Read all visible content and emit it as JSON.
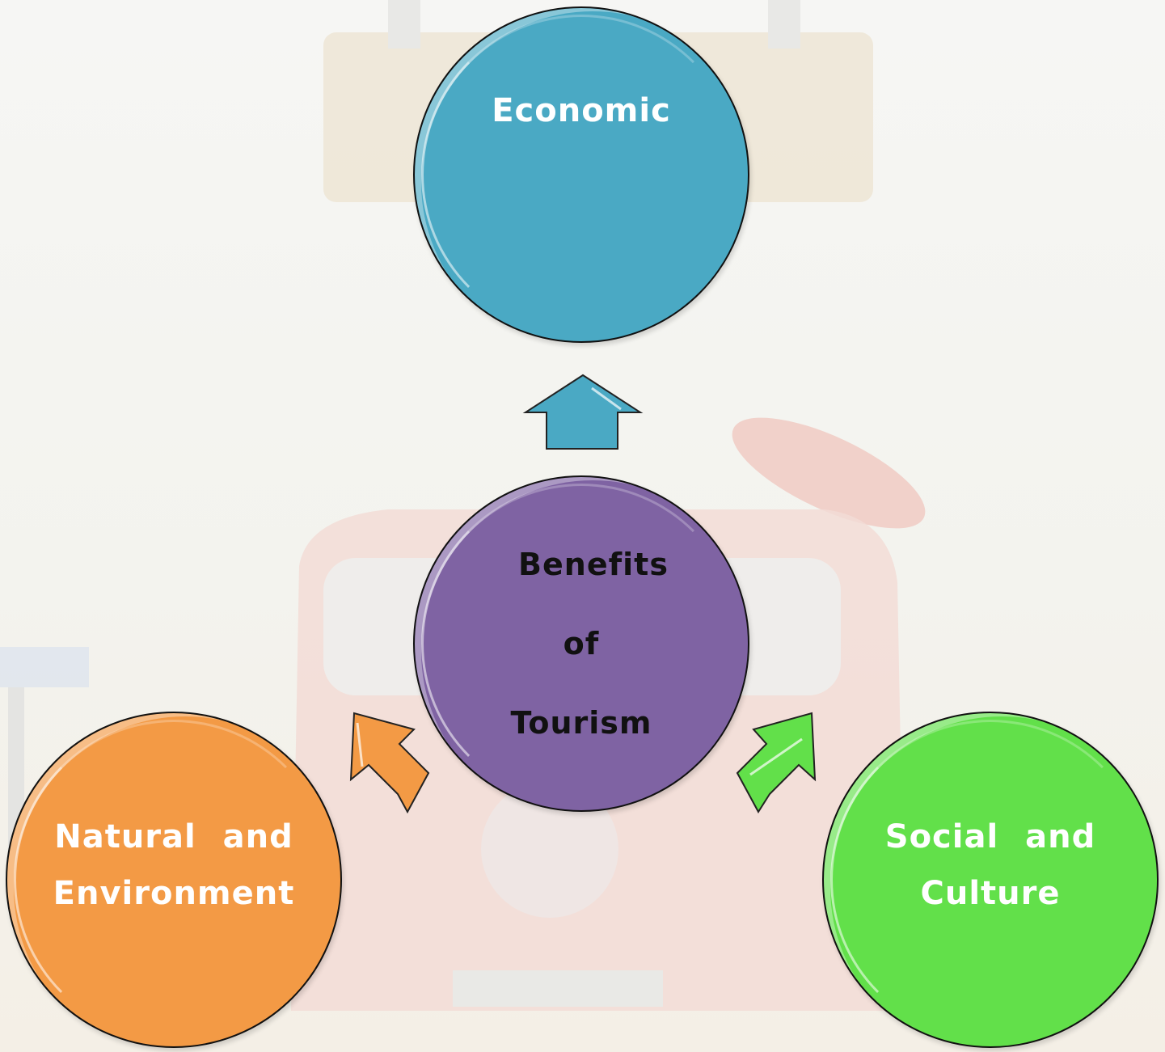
{
  "nodes": {
    "center": {
      "lines": [
        "Benefits",
        "of",
        "Tourism"
      ],
      "color": "#7f63a3"
    },
    "economic": {
      "lines": [
        "Economic"
      ],
      "color": "#4aa9c4"
    },
    "natural": {
      "lines": [
        "Natural and",
        "Environment"
      ],
      "color": "#f39a45"
    },
    "social": {
      "lines": [
        "Social and",
        "Culture"
      ],
      "color": "#62e04a"
    }
  },
  "arrows": {
    "to_economic": {
      "color": "#4aa9c4"
    },
    "to_natural": {
      "color": "#f39a45"
    },
    "to_social": {
      "color": "#62e04a"
    }
  }
}
